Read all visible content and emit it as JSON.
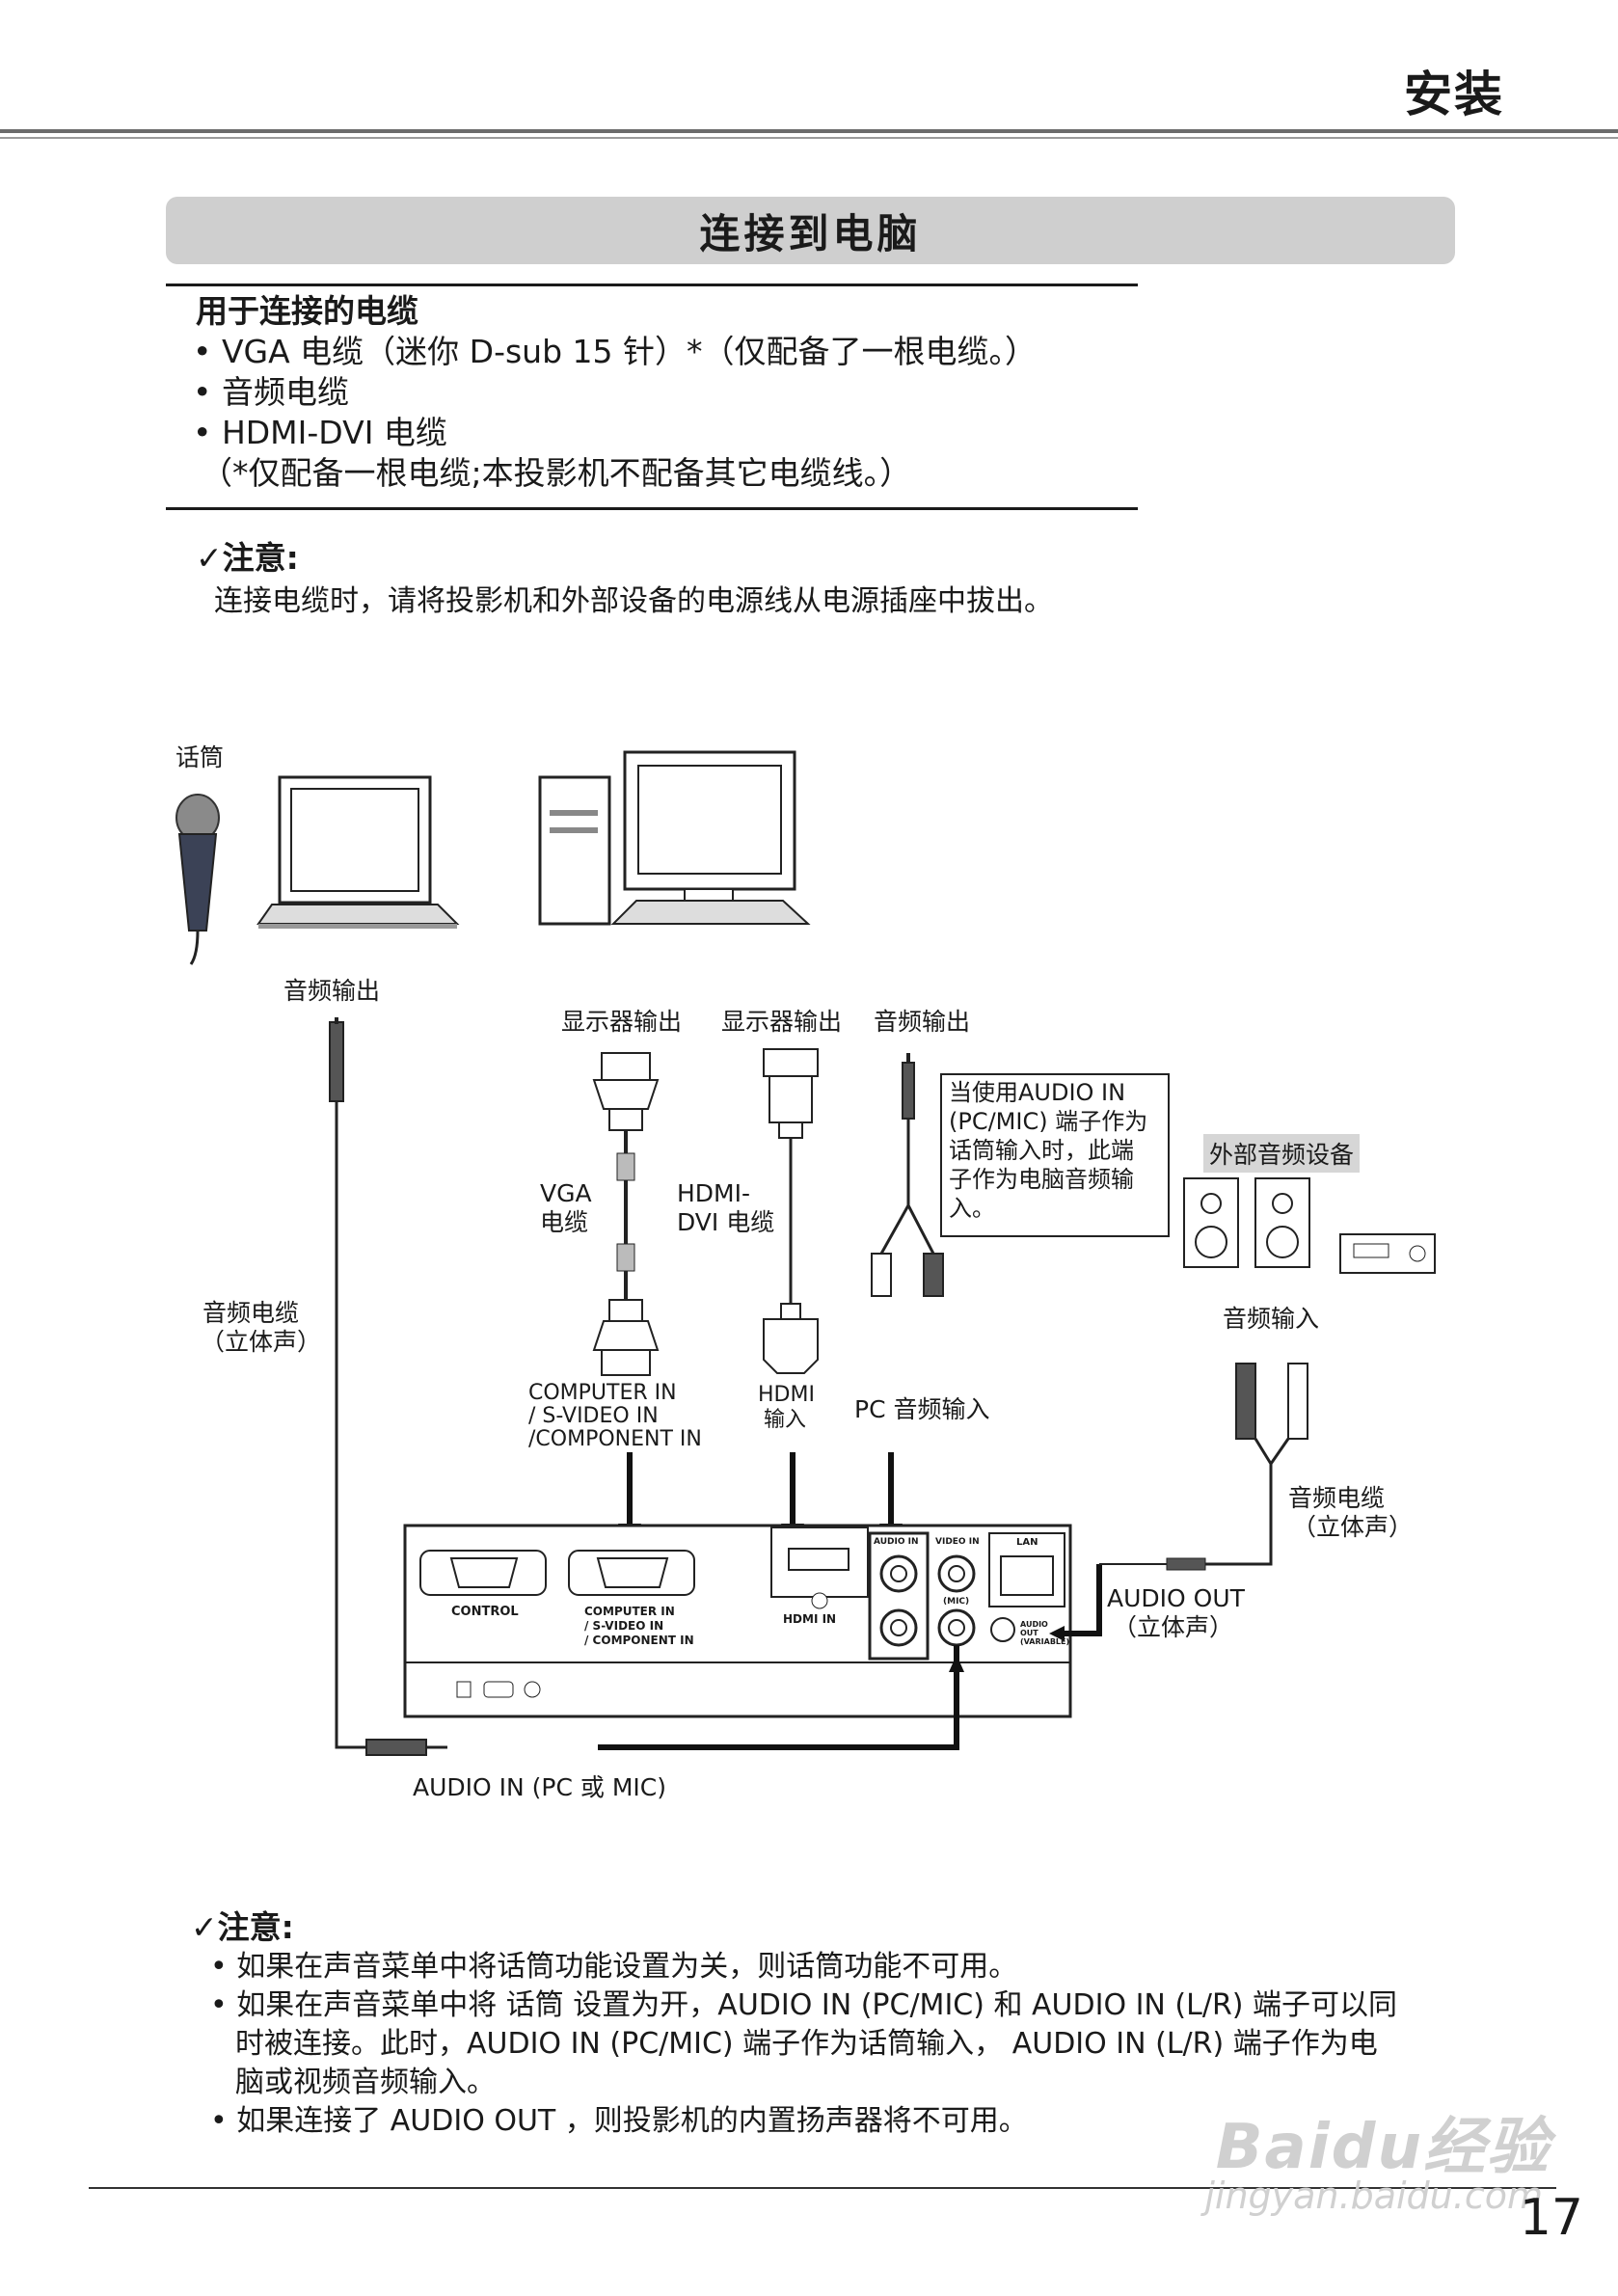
{
  "header": {
    "title": "安装"
  },
  "section": {
    "title": "连接到电脑"
  },
  "cables": {
    "heading": "用于连接的电缆",
    "items": [
      "• VGA 电缆（迷你 D-sub 15 针）*（仅配备了一根电缆。）",
      "• 音频电缆",
      "• HDMI-DVI 电缆",
      "（*仅配备一根电缆;本投影机不配备其它电缆线。）"
    ]
  },
  "note1": {
    "heading": "✓注意:",
    "text": "连接电缆时，请将投影机和外部设备的电源线从电源插座中拔出。"
  },
  "diagram": {
    "mic_label": "话筒",
    "audio_out_left": "音频输出",
    "display_out_1": "显示器输出",
    "display_out_2": "显示器输出",
    "audio_out_right": "音频输出",
    "vga_cable": [
      "VGA",
      "电缆"
    ],
    "hdmi_dvi_cable": [
      "HDMI-",
      "DVI 电缆"
    ],
    "audio_cable_stereo_left": [
      "音频电缆",
      "（立体声）"
    ],
    "computer_in": [
      "COMPUTER  IN",
      "/ S-VIDEO IN",
      "/COMPONENT IN"
    ],
    "hdmi_in": [
      "HDMI",
      "输入"
    ],
    "pc_audio_in": "PC 音频输入",
    "note_box": [
      "当使用AUDIO IN",
      "(PC/MIC) 端子作为",
      "话筒输入时，此端",
      "子作为电脑音频输",
      "入。"
    ],
    "ext_audio": "外部音频设备",
    "audio_input": "音频输入",
    "audio_cable_stereo_right": [
      "音频电缆",
      "（立体声）"
    ],
    "audio_out_stereo": [
      "AUDIO OUT",
      "（立体声）"
    ],
    "audio_in_pc_mic": "AUDIO IN (PC 或 MIC)",
    "panel": {
      "control": "CONTROL",
      "computer_in": [
        "COMPUTER IN",
        "/ S-VIDEO IN",
        "/ COMPONENT IN"
      ],
      "hdmi": "HDMI IN",
      "audio_in": "AUDIO IN",
      "video_in": "VIDEO IN",
      "mic": "(MIC)",
      "lan": "LAN",
      "audio_out": [
        "AUDIO",
        "OUT",
        "(VARIABLE)"
      ]
    }
  },
  "note2": {
    "heading": "✓注意:",
    "items": [
      "• 如果在声音菜单中将话筒功能设置为关，则话筒功能不可用。",
      "• 如果在声音菜单中将 话筒 设置为开，AUDIO IN (PC/MIC) 和 AUDIO IN (L/R) 端子可以同",
      "时被连接。此时，AUDIO IN (PC/MIC) 端子作为话筒输入， AUDIO IN (L/R) 端子作为电",
      "脑或视频音频输入。",
      "• 如果连接了 AUDIO OUT ，则投影机的内置扬声器将不可用。"
    ]
  },
  "footer": {
    "page_number": "17",
    "watermark": "Baidu经验",
    "watermark_url": "jingyan.baidu.com"
  }
}
